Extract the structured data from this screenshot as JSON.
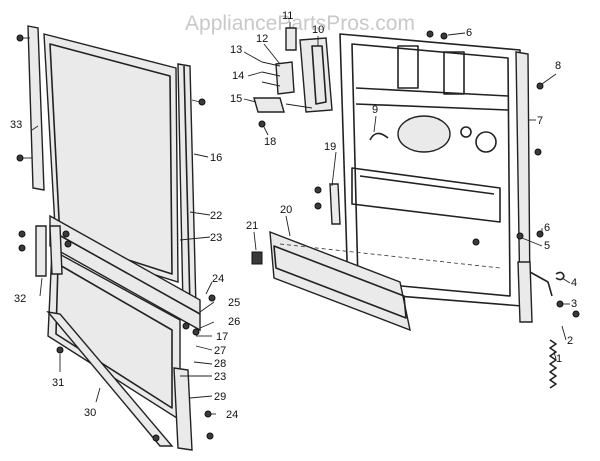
{
  "watermark": "AppliancePartsPros.com",
  "callouts": [
    "1",
    "2",
    "3",
    "4",
    "5",
    "6",
    "6",
    "7",
    "8",
    "9",
    "10",
    "11",
    "12",
    "13",
    "14",
    "15",
    "16",
    "17",
    "18",
    "19",
    "20",
    "21",
    "22",
    "23",
    "23",
    "24",
    "24",
    "25",
    "26",
    "27",
    "28",
    "29",
    "30",
    "31",
    "32",
    "33"
  ]
}
